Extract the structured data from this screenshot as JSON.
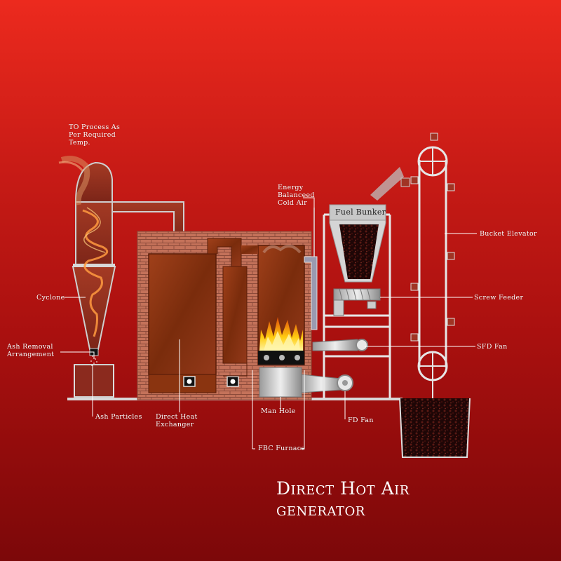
{
  "title": {
    "line1": "Direct Hot Air",
    "line2": "generator"
  },
  "labels": {
    "to_process": [
      "TO Process As",
      "Per Required",
      "Temp."
    ],
    "cyclone": "Cyclone",
    "ash_removal": [
      "Ash Removal",
      "Arrangement"
    ],
    "ash_particles": "Ash Particles",
    "direct_heat_exchanger": [
      "Direct Heat",
      "Exchanger"
    ],
    "energy_balanced_cold_air": [
      "Energy",
      "Balanceed",
      "Cold Air"
    ],
    "fuel_bunker": "Fuel Bunker",
    "bucket_elevator": "Bucket Elevator",
    "screw_feeder": "Screw Feeder",
    "sfd_fan": "SFD Fan",
    "fd_fan": "FD Fan",
    "man_hole": "Man Hole",
    "fbc_furnace": "FBC Furnace"
  },
  "colors": {
    "background_top": "#ec2a1e",
    "background_bottom": "#7c0809",
    "brick": "#c4725a",
    "heat_chamber": "#8a3410",
    "flame": "#ffd21a",
    "steel": "#d9d9d9",
    "coal": "#2a0a0a"
  }
}
